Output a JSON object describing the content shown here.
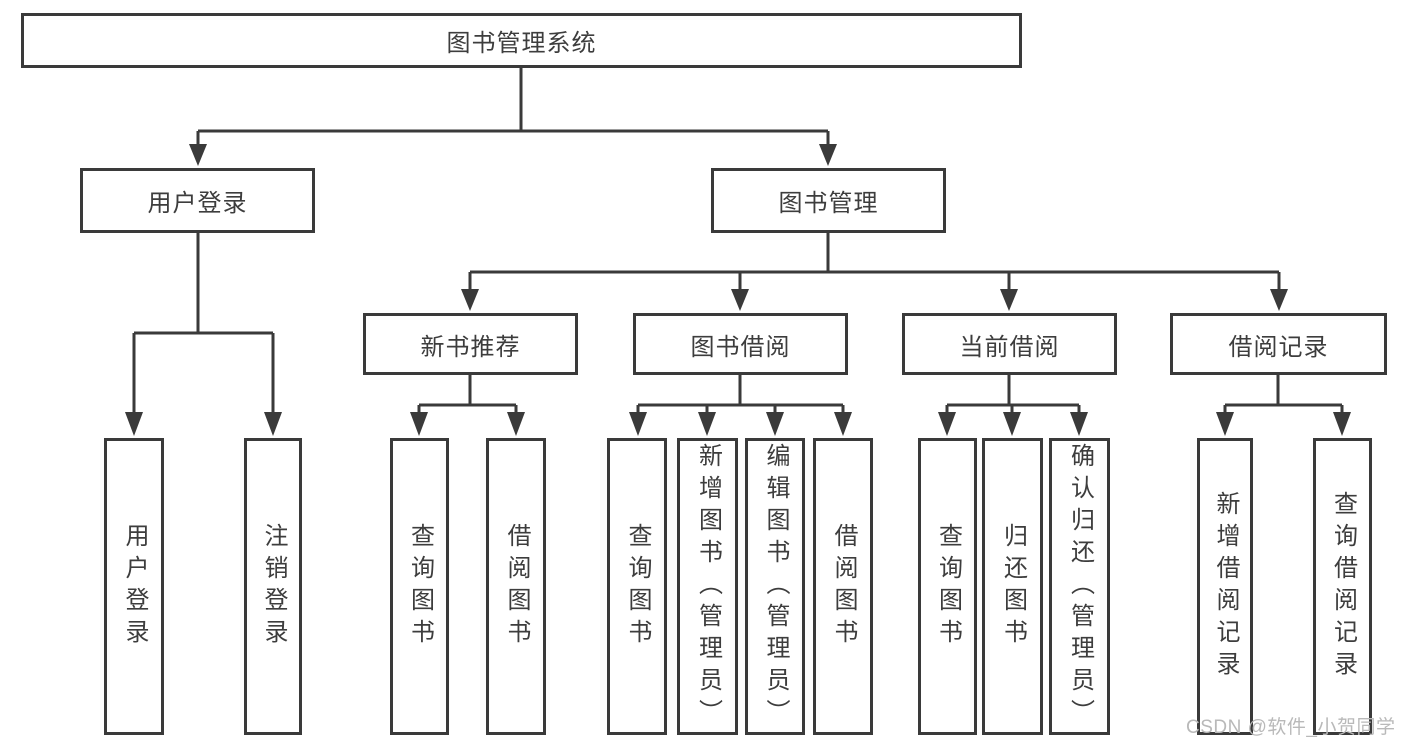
{
  "tree": {
    "label": "图书管理系统",
    "children": [
      {
        "label": "用户登录",
        "children": [
          {
            "label": "用户登录"
          },
          {
            "label": "注销登录"
          }
        ]
      },
      {
        "label": "图书管理",
        "children": [
          {
            "label": "新书推荐",
            "children": [
              {
                "label": "查询图书"
              },
              {
                "label": "借阅图书"
              }
            ]
          },
          {
            "label": "图书借阅",
            "children": [
              {
                "label": "查询图书"
              },
              {
                "label": "新增图书（管理员）"
              },
              {
                "label": "编辑图书（管理员）"
              },
              {
                "label": "借阅图书"
              }
            ]
          },
          {
            "label": "当前借阅",
            "children": [
              {
                "label": "查询图书"
              },
              {
                "label": "归还图书"
              },
              {
                "label": "确认归还（管理员）"
              }
            ]
          },
          {
            "label": "借阅记录",
            "children": [
              {
                "label": "新增借阅记录"
              },
              {
                "label": "查询借阅记录"
              }
            ]
          }
        ]
      }
    ]
  },
  "watermark": {
    "text": "CSDN @软件_小贺同学"
  },
  "colors": {
    "line": "#3a3a3a",
    "text": "#3d3d3d",
    "box_background": "#ffffff",
    "watermark": "#b9b9b9",
    "page_background": "#ffffff"
  }
}
